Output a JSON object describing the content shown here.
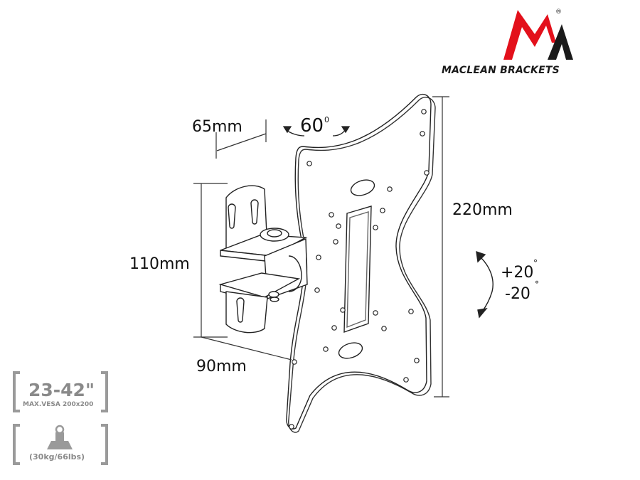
{
  "brand": {
    "reg_mark": "®",
    "name": "MACLEAN BRACKETS",
    "colors": {
      "red": "#e3101b",
      "black": "#1a1a1a"
    }
  },
  "dimensions": {
    "depth": "65mm",
    "swivel": "60",
    "swivel_unit": "0",
    "height": "220mm",
    "wall_plate_height": "110mm",
    "wall_plate_width": "90mm",
    "tilt_up": "+20",
    "tilt_down": "-20",
    "degree_sign": "°"
  },
  "badges": {
    "size_range": "23-42\"",
    "vesa": "MAX.VESA 200x200",
    "load": "(30kg/66lbs)",
    "load_icon": "weight-icon",
    "color": "#8a8a8a"
  }
}
